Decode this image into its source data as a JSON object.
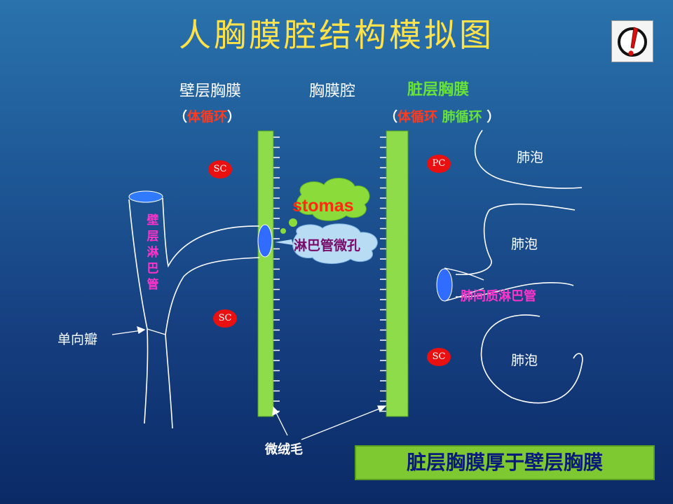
{
  "title": "人胸膜腔结构模拟图",
  "headers": {
    "parietal": "壁层胸膜",
    "cavity": "胸膜腔",
    "visceral": "脏层胸膜"
  },
  "circulation": {
    "parietal_open": "（",
    "parietal_red": "体循环",
    "parietal_close": "）",
    "visceral_open": "（",
    "visceral_red": "体循环",
    "visceral_green": " 肺循环",
    "visceral_close": " ）"
  },
  "badges": {
    "sc_top_left": "SC",
    "sc_mid_left": "SC",
    "pc_top_right": "PC",
    "sc_bottom_right": "SC"
  },
  "labels": {
    "parietal_lymph": "壁层淋巴管",
    "one_way_valve": "单向瓣",
    "stomas": "stomas",
    "lymph_stomata": "淋巴管微孔",
    "alveolus_1": "肺泡",
    "alveolus_2": "肺泡",
    "alveolus_3": "肺泡",
    "interstitial_lymph": "肺间质淋巴管",
    "microvilli": "微绒毛"
  },
  "conclusion": "脏层胸膜厚于壁层胸膜",
  "icons": {
    "corner": "exclamation-alert-icon"
  },
  "colors": {
    "title": "#ffe24a",
    "membrane": "#8fdc4a",
    "badge": "#e81010",
    "lymph_label": "#ff33cc",
    "conclusion_bg": "#7ec832",
    "conclusion_text": "#0a1a7a"
  }
}
